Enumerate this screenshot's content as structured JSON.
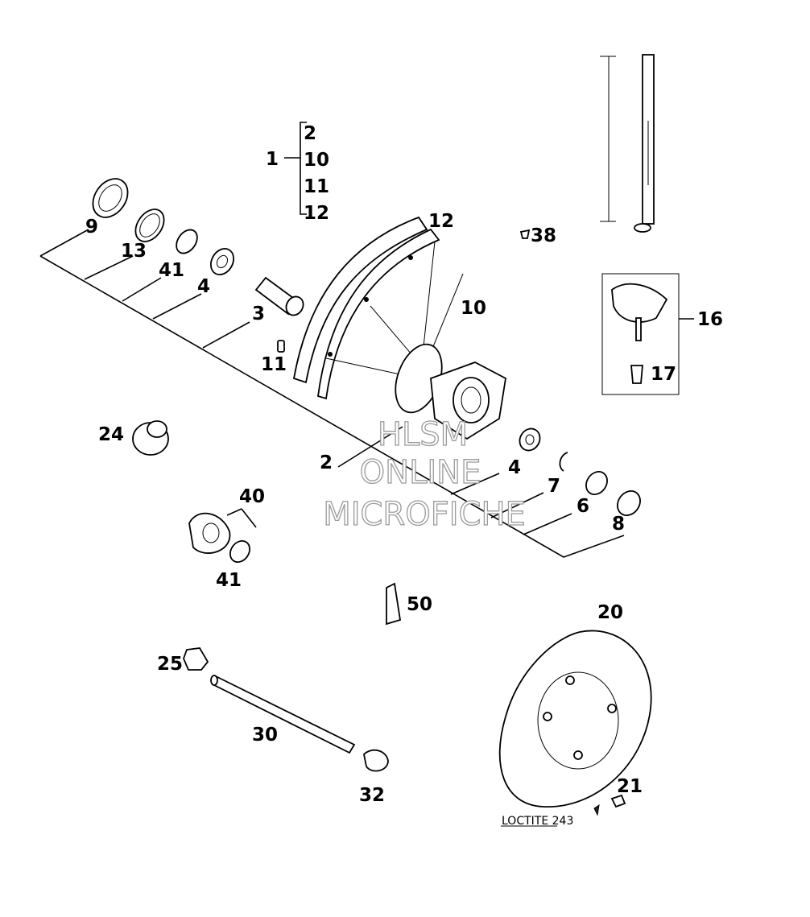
{
  "diagram": {
    "callouts": {
      "c1": "1",
      "c1_group": [
        "2",
        "10",
        "11",
        "12"
      ],
      "c2": "2",
      "c3": "3",
      "c4a": "4",
      "c4b": "4",
      "c6": "6",
      "c7": "7",
      "c8": "8",
      "c9": "9",
      "c10": "10",
      "c11": "11",
      "c12": "12",
      "c13": "13",
      "c16": "16",
      "c17": "17",
      "c20": "20",
      "c21": "21",
      "c24": "24",
      "c25": "25",
      "c30": "30",
      "c32": "32",
      "c38": "38",
      "c40": "40",
      "c41a": "41",
      "c41b": "41",
      "c50": "50"
    },
    "note": "LOCTITE 243",
    "watermark": [
      "HLSM",
      "ONLINE",
      "MICROFICHE"
    ]
  }
}
